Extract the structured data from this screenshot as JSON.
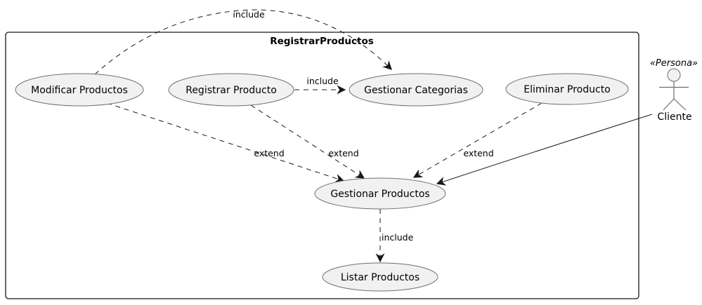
{
  "frame": {
    "title": "RegistrarProductos"
  },
  "usecases": [
    {
      "id": "modificar-productos",
      "label": "Modificar Productos"
    },
    {
      "id": "registrar-producto",
      "label": "Registrar Producto"
    },
    {
      "id": "gestionar-categorias",
      "label": "Gestionar Categorias"
    },
    {
      "id": "eliminar-producto",
      "label": "Eliminar Producto"
    },
    {
      "id": "gestionar-productos",
      "label": "Gestionar Productos"
    },
    {
      "id": "listar-productos",
      "label": "Listar Productos"
    }
  ],
  "actor": {
    "stereotype": "«Persona»",
    "name": "Cliente"
  },
  "relationships": [
    {
      "from": "Modificar Productos",
      "to": "Gestionar Categorias",
      "type": "include",
      "style": "dashed"
    },
    {
      "from": "Registrar Producto",
      "to": "Gestionar Categorias",
      "type": "include",
      "style": "dashed"
    },
    {
      "from": "Modificar Productos",
      "to": "Gestionar Productos",
      "type": "extend",
      "style": "dashed"
    },
    {
      "from": "Registrar Producto",
      "to": "Gestionar Productos",
      "type": "extend",
      "style": "dashed"
    },
    {
      "from": "Eliminar Producto",
      "to": "Gestionar Productos",
      "type": "extend",
      "style": "dashed"
    },
    {
      "from": "Gestionar Productos",
      "to": "Listar Productos",
      "type": "include",
      "style": "dashed"
    },
    {
      "from": "Cliente",
      "to": "Gestionar Productos",
      "type": "association",
      "style": "solid"
    }
  ],
  "colors": {
    "background": "#ffffff",
    "usecase_fill": "#f1f1f1",
    "usecase_stroke": "#6e6e6e",
    "line": "#181818",
    "text": "#000000"
  }
}
